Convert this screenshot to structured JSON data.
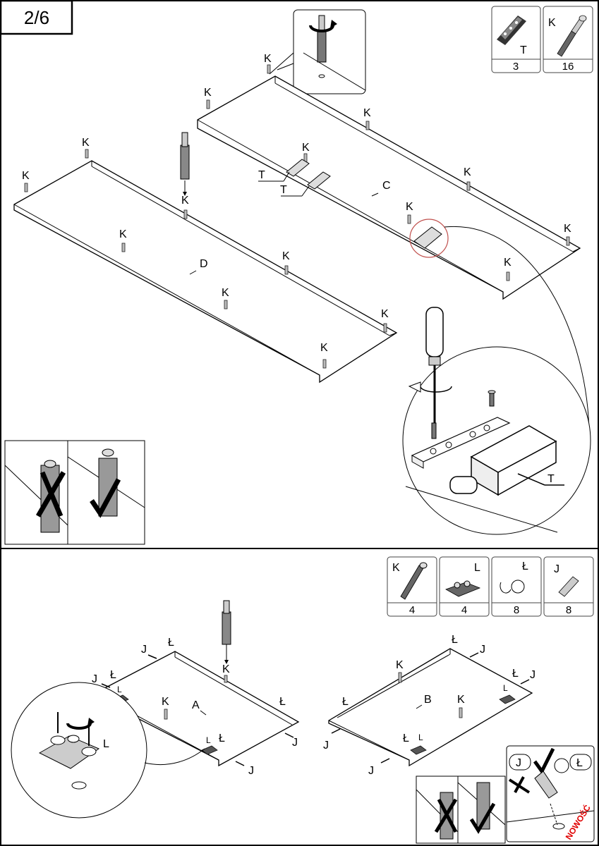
{
  "step": "2/6",
  "top": {
    "parts": [
      {
        "id": "T",
        "count": "3",
        "icon": "connector-icon"
      },
      {
        "id": "K",
        "count": "16",
        "icon": "cam-bolt-icon"
      }
    ],
    "panel_labels": {
      "c": "C",
      "d": "D"
    },
    "k": "K",
    "t": "T"
  },
  "bottom": {
    "parts": [
      {
        "id": "K",
        "count": "4",
        "icon": "cam-bolt-icon"
      },
      {
        "id": "L",
        "count": "4",
        "icon": "hinge-plate-icon"
      },
      {
        "id": "Ł",
        "count": "8",
        "icon": "cam-lock-icon"
      },
      {
        "id": "J",
        "count": "8",
        "icon": "dowel-icon"
      }
    ],
    "panel_labels": {
      "a": "A",
      "b": "B"
    },
    "k": "K",
    "l": "L",
    "l2": "Ł",
    "j": "J",
    "check_j": "J",
    "check_l2": "Ł",
    "stamp": "NOWOŚĆ"
  },
  "colors": {
    "line": "#000000",
    "fill": "#ffffff",
    "highlight": "#c0504d",
    "stamp": "#e00000"
  }
}
